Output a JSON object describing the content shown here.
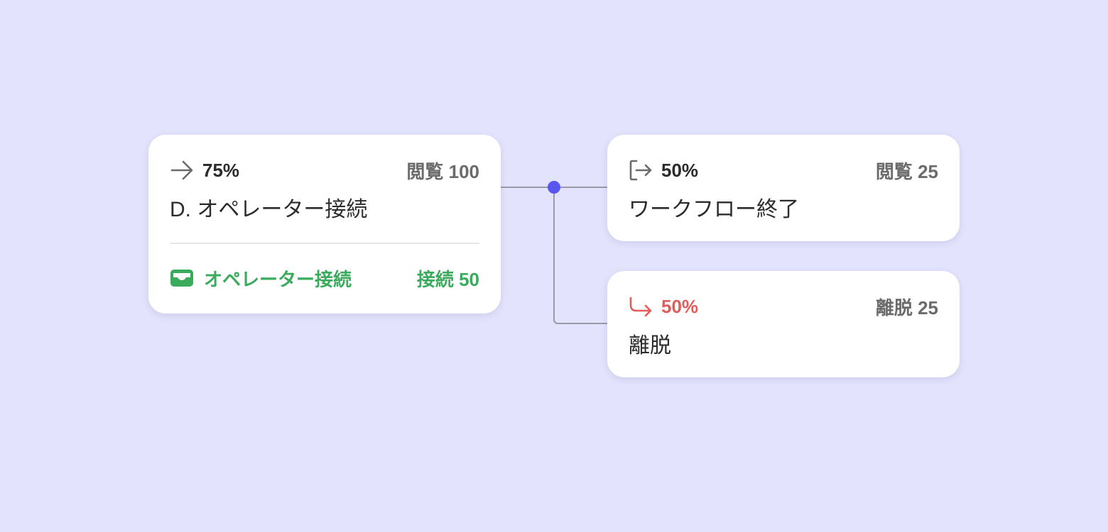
{
  "nodes": {
    "source": {
      "icon": "arrow-right-icon",
      "percent": "75%",
      "stat": "閲覧 100",
      "title": "D. オペレーター接続",
      "footer": {
        "icon": "inbox-icon",
        "label": "オペレーター接続",
        "stat": "接続 50"
      }
    },
    "end": {
      "icon": "exit-icon",
      "percent": "50%",
      "stat": "閲覧 25",
      "title": "ワークフロー終了"
    },
    "dropout": {
      "icon": "turn-down-right-icon",
      "percent": "50%",
      "stat": "離脱 25",
      "title": "離脱"
    }
  },
  "colors": {
    "background": "#e3e3fd",
    "accent": "#5b55f0",
    "success": "#3aaa5c",
    "danger": "#e25c5c",
    "connector": "#9a9aa8"
  }
}
